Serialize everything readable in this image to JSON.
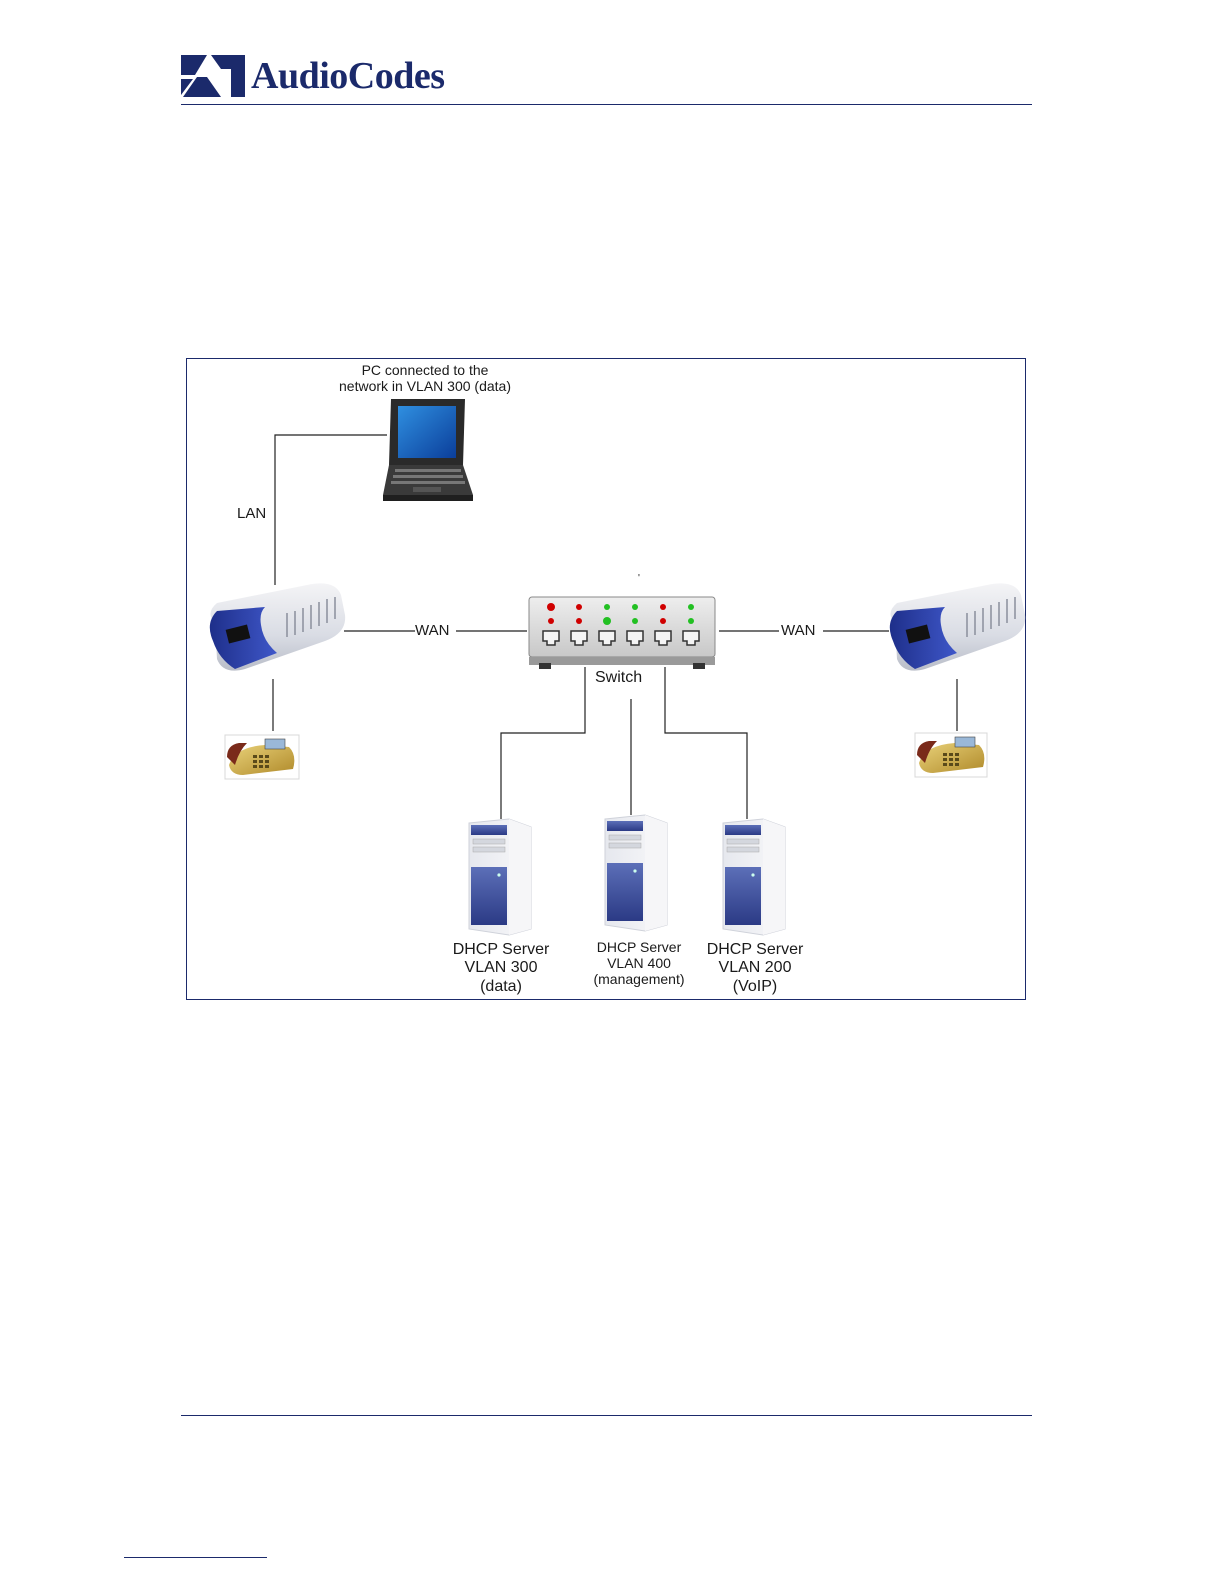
{
  "header": {
    "logo_text": "AudioCodes",
    "brand_color": "#1b2a6b"
  },
  "diagram": {
    "pc_label_line1": "PC connected to the",
    "pc_label_line2": "network in VLAN 300 (data)",
    "lan_label": "LAN",
    "wan_left_label": "WAN",
    "wan_right_label": "WAN",
    "switch_label": "Switch",
    "switch_mark": "'",
    "server1_line1": "DHCP Server",
    "server1_line2": "VLAN 300",
    "server1_line3": "(data)",
    "server2_line1": "DHCP Server",
    "server2_line2": "VLAN 400",
    "server2_line3": "(management)",
    "server3_line1": "DHCP Server",
    "server3_line2": "VLAN 200",
    "server3_line3": "(VoIP)",
    "icons": [
      "laptop-icon",
      "gateway-device-icon",
      "switch-icon",
      "telephone-icon",
      "server-tower-icon"
    ]
  }
}
